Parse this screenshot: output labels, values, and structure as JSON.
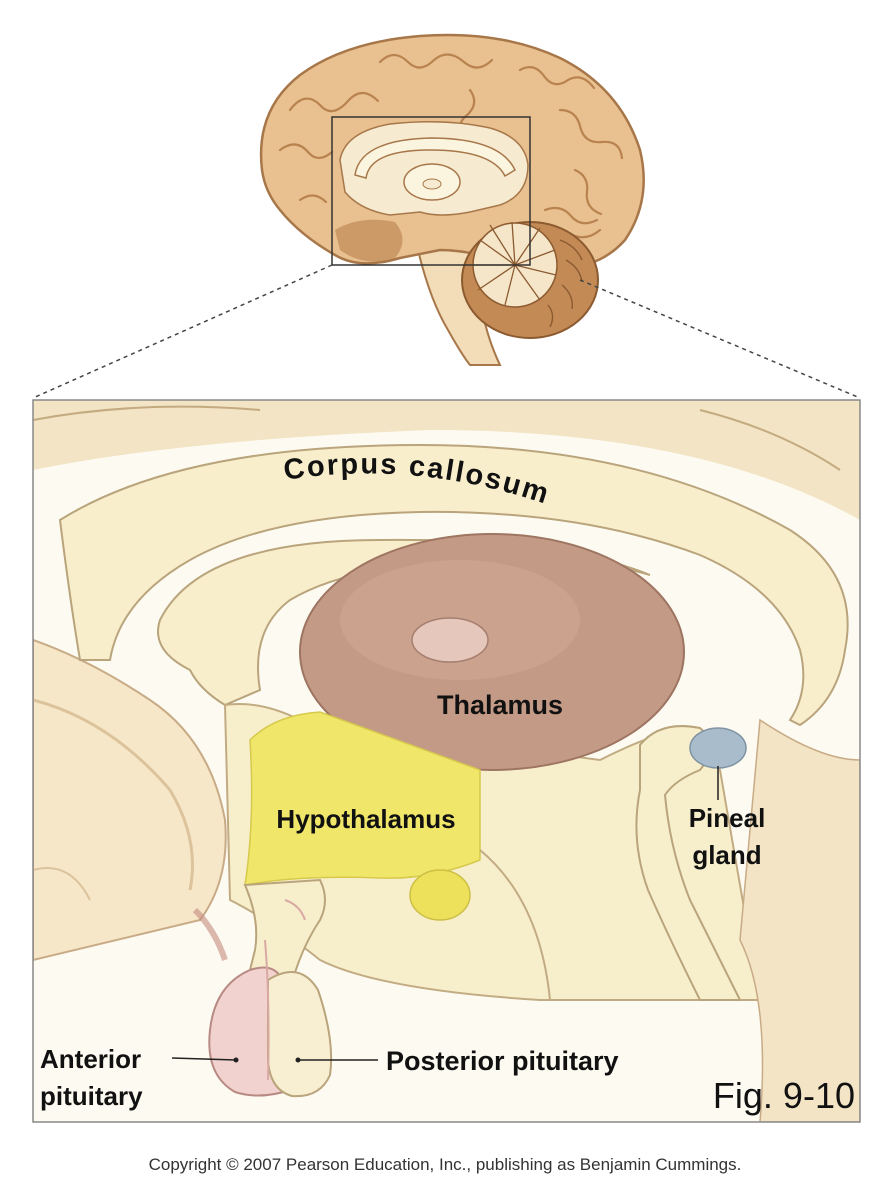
{
  "labels": {
    "corpus_callosum": "Corpus callosum",
    "thalamus": "Thalamus",
    "hypothalamus": "Hypothalamus",
    "pineal_line1": "Pineal",
    "pineal_line2": "gland",
    "anterior_line1": "Anterior",
    "anterior_line2": "pituitary",
    "posterior": "Posterior pituitary"
  },
  "figure_number": "Fig. 9-10",
  "copyright": "Copyright © 2007 Pearson Education, Inc., publishing as Benjamin Cummings.",
  "colors": {
    "brain_tan": "#e9c08f",
    "brain_shadow": "#c8935c",
    "cream": "#f7efcc",
    "thalamus": "#c39a86",
    "hypothalamus": "#f0e66a",
    "pineal": "#a9bccb",
    "pituitary_pink": "#f2d2cf"
  }
}
